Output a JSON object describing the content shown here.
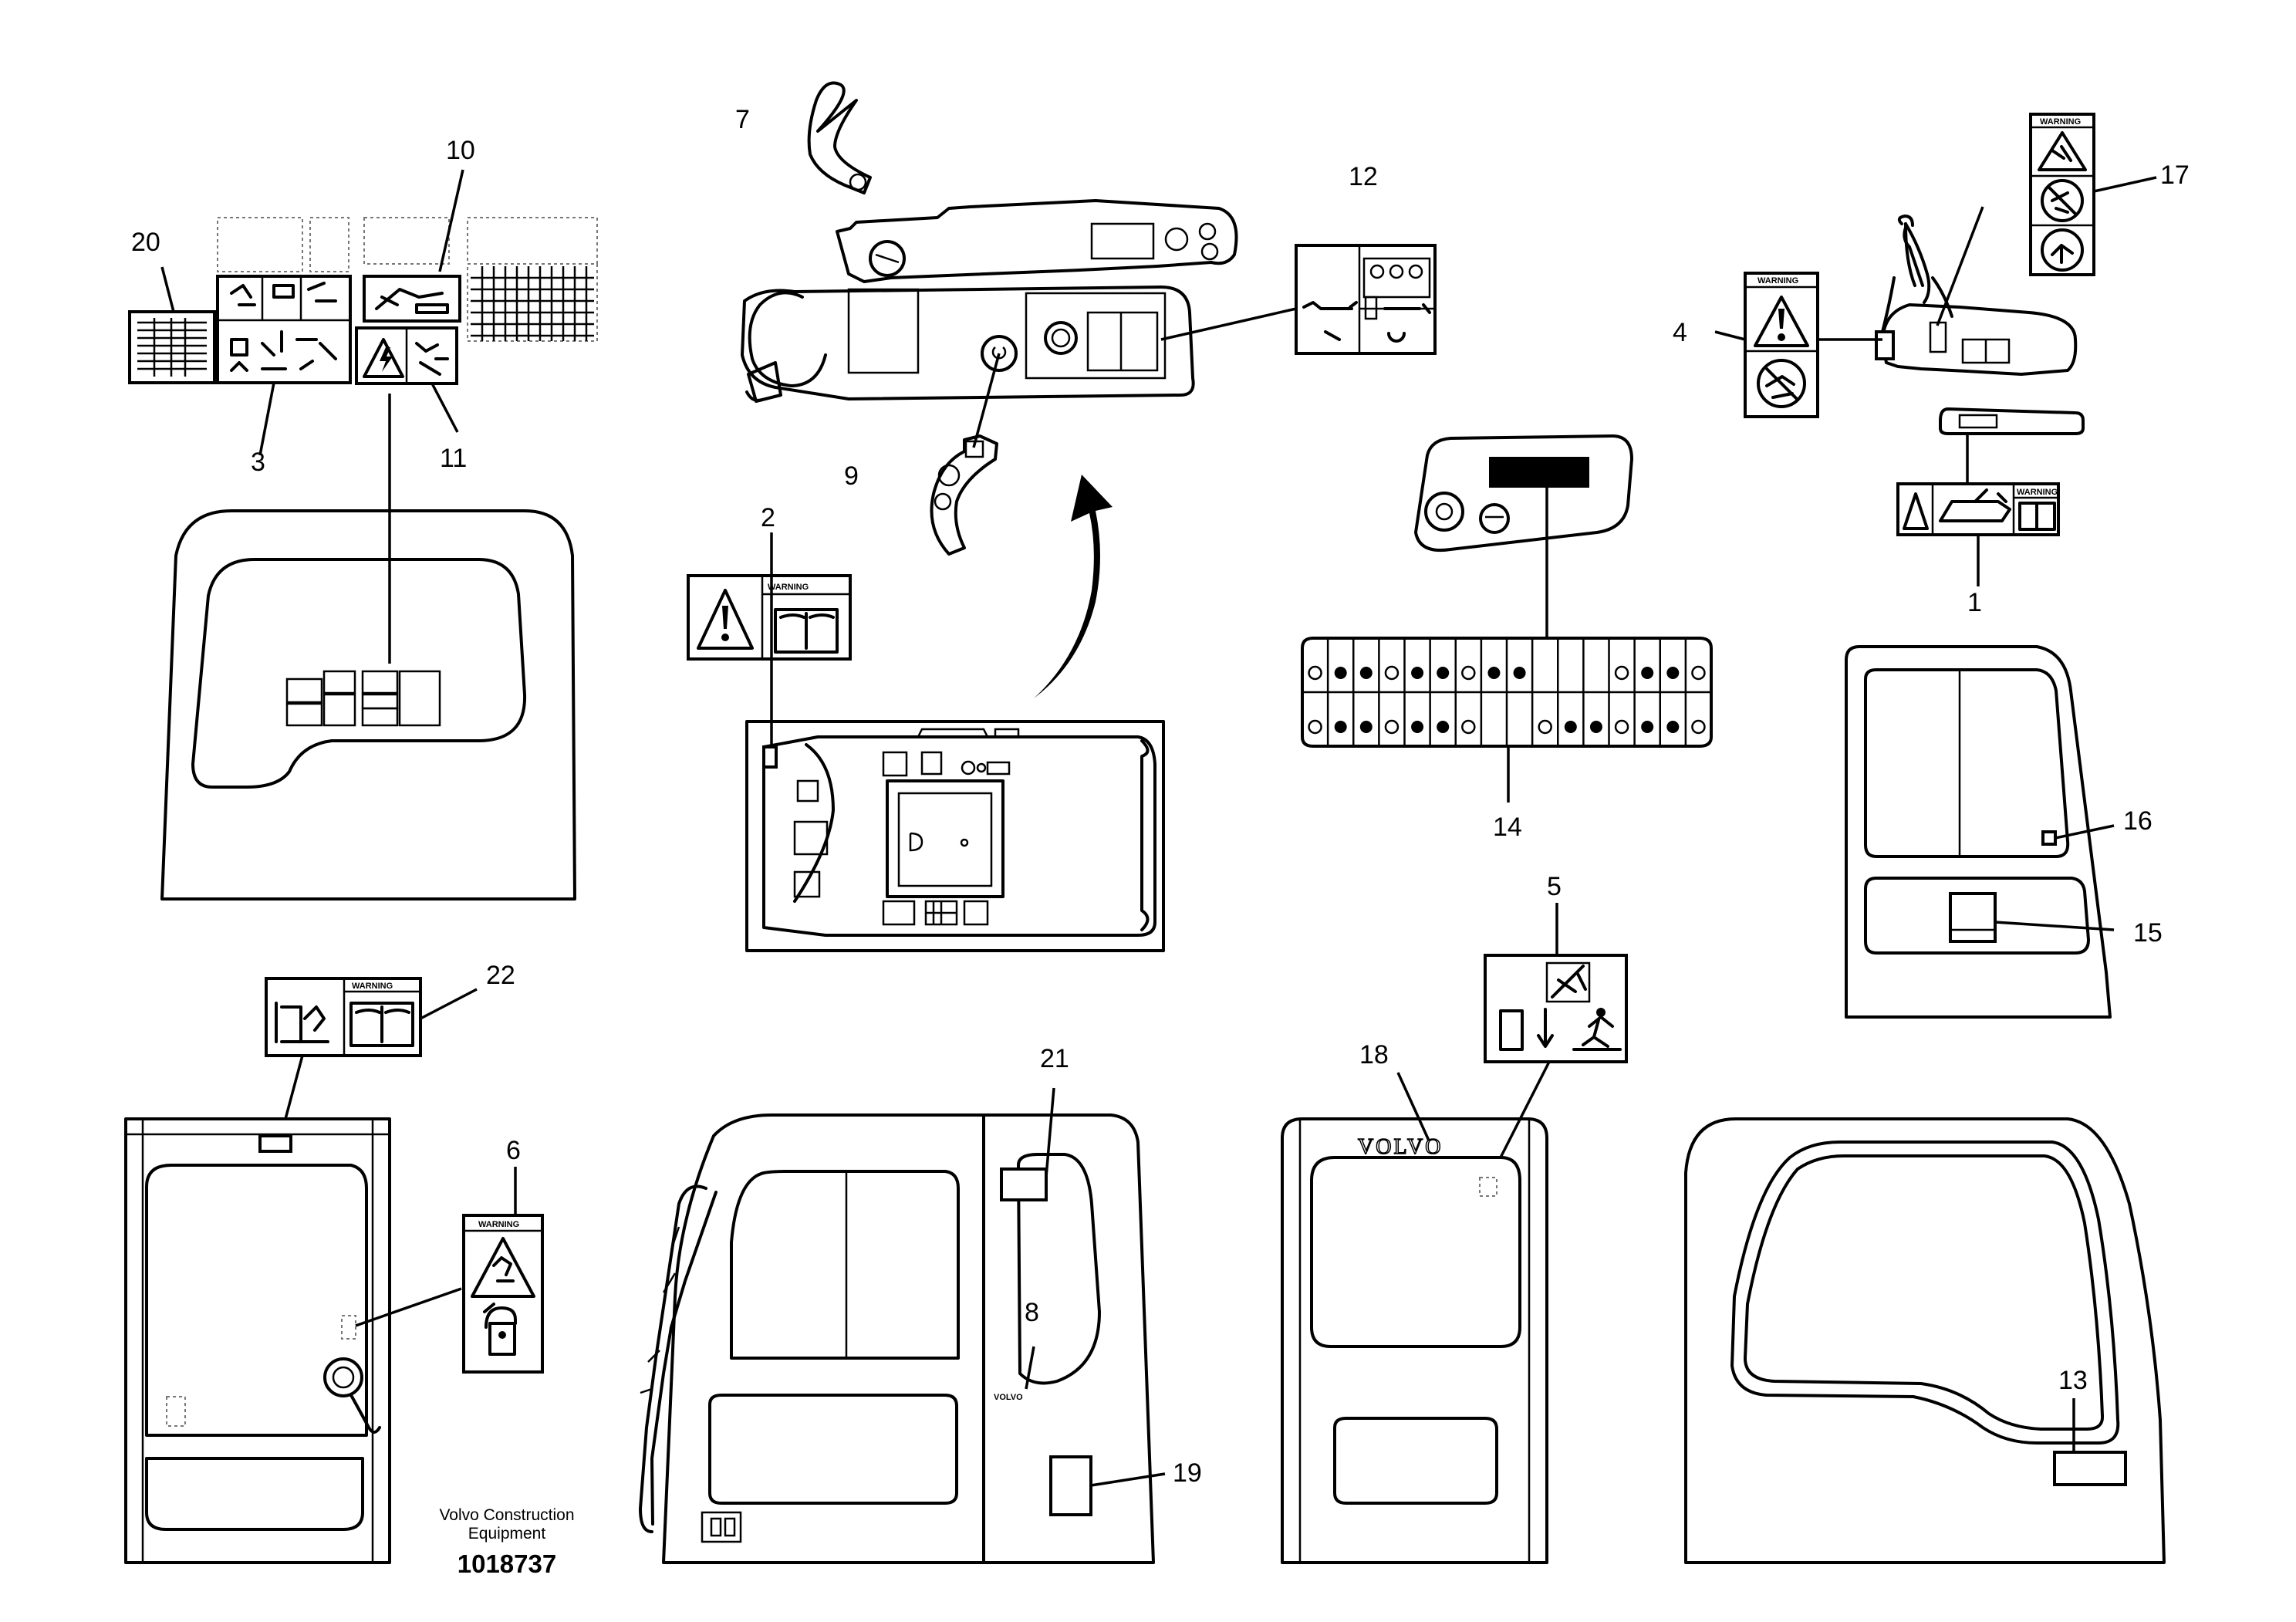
{
  "callouts": [
    "1",
    "2",
    "3",
    "4",
    "5",
    "6",
    "7",
    "8",
    "9",
    "10",
    "11",
    "12",
    "13",
    "14",
    "15",
    "16",
    "17",
    "18",
    "19",
    "20",
    "21",
    "22"
  ],
  "decal_text": {
    "warning": "WARNING",
    "logo": "VOLVO"
  },
  "credit": {
    "line1": "Volvo Construction",
    "line2": "Equipment",
    "part_number": "1018737"
  }
}
